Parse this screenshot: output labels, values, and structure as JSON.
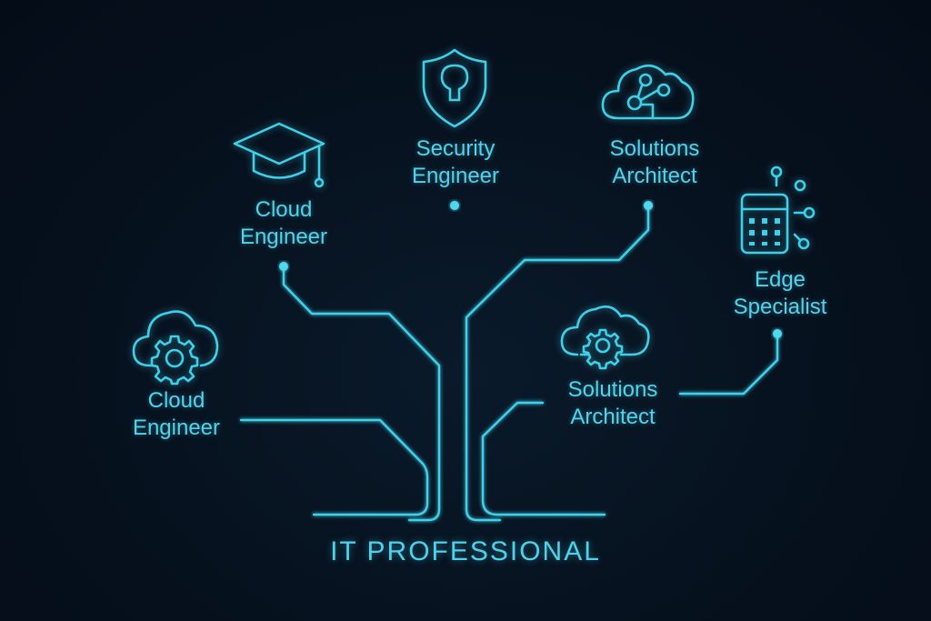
{
  "diagram": {
    "root": {
      "label": "IT PROFESSIONAL"
    },
    "nodes": [
      {
        "id": "cloud-engineer-top",
        "line1": "Cloud",
        "line2": "Engineer",
        "icon": "graduation-cap-icon"
      },
      {
        "id": "security-engineer",
        "line1": "Security",
        "line2": "Engineer",
        "icon": "shield-keyhole-icon"
      },
      {
        "id": "solutions-architect-top",
        "line1": "Solutions",
        "line2": "Architect",
        "icon": "cloud-network-icon"
      },
      {
        "id": "edge-specialist",
        "line1": "Edge",
        "line2": "Specialist",
        "icon": "edge-device-icon"
      },
      {
        "id": "cloud-engineer-left",
        "line1": "Cloud",
        "line2": "Engineer",
        "icon": "cloud-gear-icon"
      },
      {
        "id": "solutions-architect-bottom",
        "line1": "Solutions",
        "line2": "Architect",
        "icon": "cloud-gear-icon"
      }
    ],
    "colors": {
      "background": "#06111e",
      "accent": "#40cfe8"
    }
  }
}
